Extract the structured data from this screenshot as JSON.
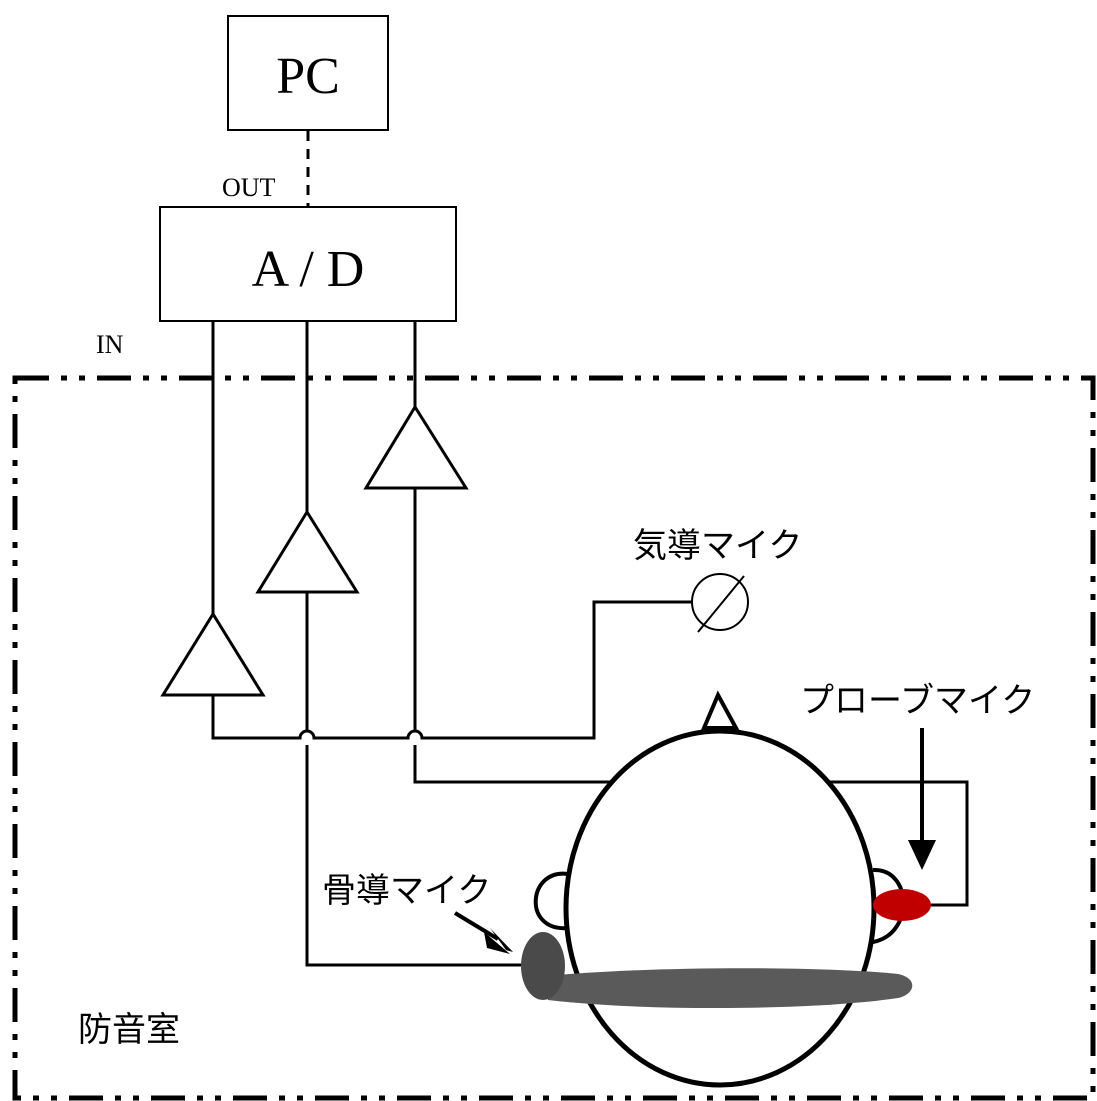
{
  "labels": {
    "pc": "PC",
    "out": "OUT",
    "ad": "A / D",
    "in": "IN",
    "air_mic": "気導マイク",
    "probe_mic": "プローブマイク",
    "bone_mic": "骨導マイク",
    "room": "防音室"
  },
  "colors": {
    "line": "#000000",
    "probe_mic": "#c00000",
    "bone_mic": "#4a4a4a",
    "headband": "#5a5a5a"
  }
}
